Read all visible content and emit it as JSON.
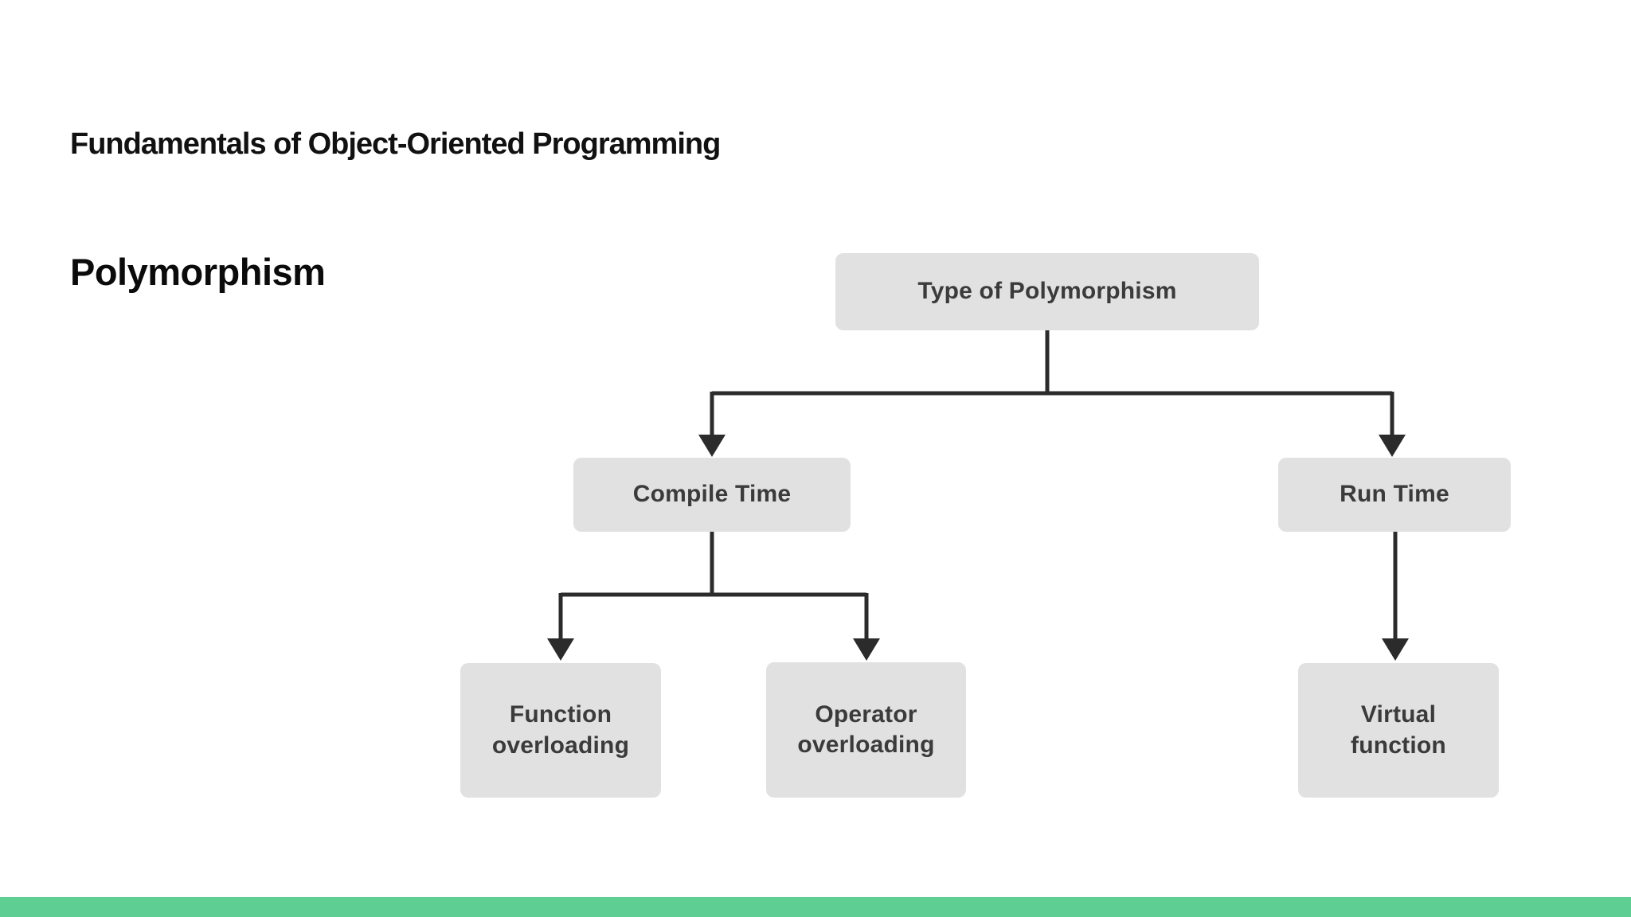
{
  "slide": {
    "course_title": "Fundamentals of Object-Oriented Programming",
    "page_title": "Polymorphism"
  },
  "diagram": {
    "nodes": {
      "root": {
        "label": "Type of Polymorphism"
      },
      "compile_time": {
        "label": "Compile Time"
      },
      "run_time": {
        "label": "Run Time"
      },
      "function_overloading": {
        "label": "Function\noverloading"
      },
      "operator_overloading": {
        "label": "Operator\noverloading"
      },
      "virtual_function": {
        "label": "Virtual\nfunction"
      }
    },
    "edges": [
      {
        "from": "root",
        "to": "compile_time"
      },
      {
        "from": "root",
        "to": "run_time"
      },
      {
        "from": "compile_time",
        "to": "function_overloading"
      },
      {
        "from": "compile_time",
        "to": "operator_overloading"
      },
      {
        "from": "run_time",
        "to": "virtual_function"
      }
    ]
  },
  "colors": {
    "accent": "#5fce92",
    "box_fill": "#e1e1e1",
    "box_text": "#3b3b3b",
    "line": "#2b2b2b"
  }
}
